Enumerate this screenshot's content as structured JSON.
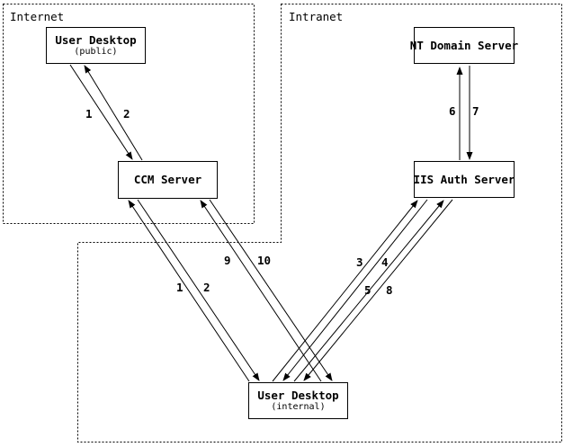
{
  "zones": {
    "internet": {
      "label": "Internet"
    },
    "intranet": {
      "label": "Intranet"
    }
  },
  "nodes": {
    "user_desktop_public": {
      "title": "User Desktop",
      "subtitle": "(public)"
    },
    "ccm_server": {
      "title": "CCM Server"
    },
    "nt_domain_server": {
      "title": "NT Domain Server"
    },
    "iis_auth_server": {
      "title": "IIS Auth Server"
    },
    "user_desktop_internal": {
      "title": "User Desktop",
      "subtitle": "(internal)"
    }
  },
  "flows": [
    {
      "label": "1",
      "from": "User Desktop (public)",
      "to": "CCM Server"
    },
    {
      "label": "2",
      "from": "CCM Server",
      "to": "User Desktop (public)"
    },
    {
      "label": "1",
      "from": "User Desktop (internal)",
      "to": "CCM Server"
    },
    {
      "label": "2",
      "from": "CCM Server",
      "to": "User Desktop (internal)"
    },
    {
      "label": "3",
      "from": "User Desktop (internal)",
      "to": "IIS Auth Server"
    },
    {
      "label": "4",
      "from": "IIS Auth Server",
      "to": "User Desktop (internal)"
    },
    {
      "label": "5",
      "from": "User Desktop (internal)",
      "to": "IIS Auth Server"
    },
    {
      "label": "6",
      "from": "IIS Auth Server",
      "to": "NT Domain Server"
    },
    {
      "label": "7",
      "from": "NT Domain Server",
      "to": "IIS Auth Server"
    },
    {
      "label": "8",
      "from": "IIS Auth Server",
      "to": "User Desktop (internal)"
    },
    {
      "label": "9",
      "from": "User Desktop (internal)",
      "to": "CCM Server"
    },
    {
      "label": "10",
      "from": "CCM Server",
      "to": "User Desktop (internal)"
    }
  ],
  "colors": {
    "foreground": "#000000",
    "background": "#ffffff"
  }
}
